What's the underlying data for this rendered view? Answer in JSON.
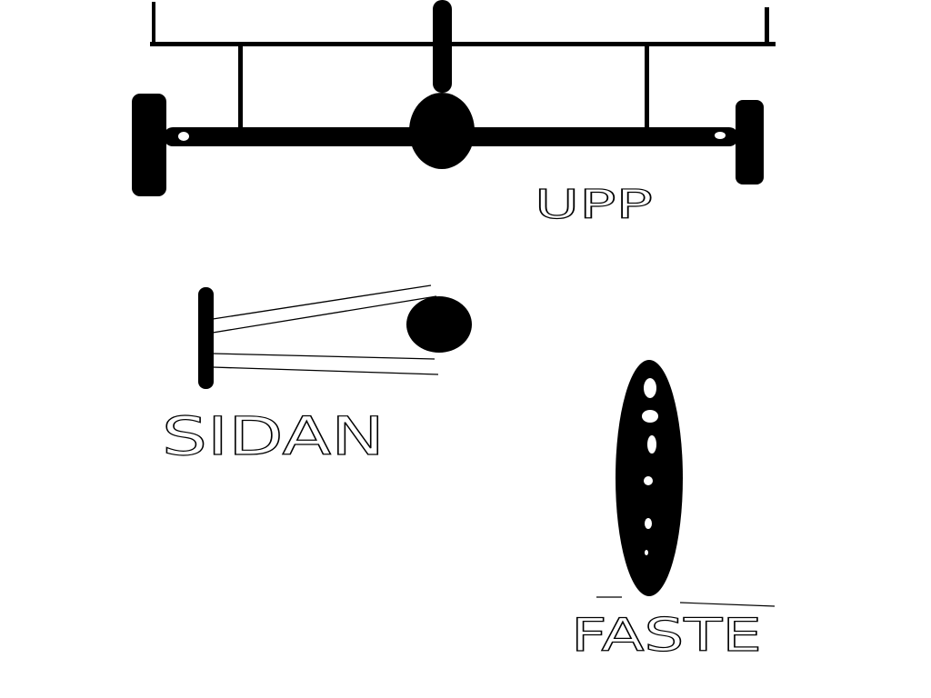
{
  "canvas": {
    "background": "#ffffff",
    "ink": "#000000"
  },
  "labels": {
    "top_view": "UPP",
    "side_view": "SIDAN",
    "mount": "FASTE"
  }
}
